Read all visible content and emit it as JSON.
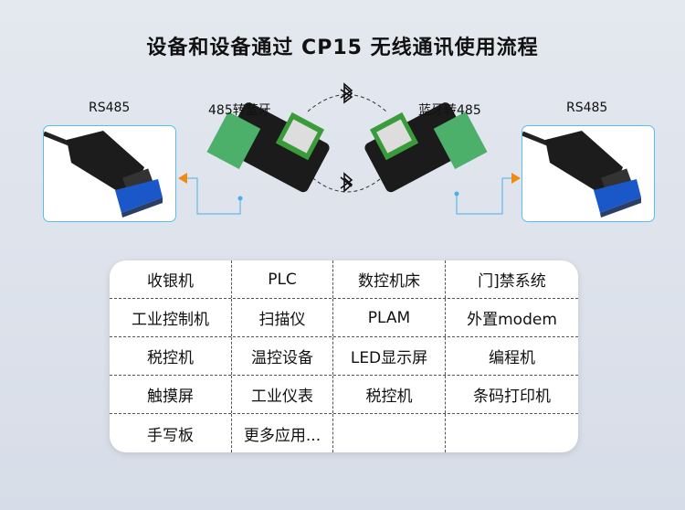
{
  "title": "设备和设备通过 CP15 无线通讯使用流程",
  "left_device_label": "RS485",
  "left_module_label": "485转蓝牙",
  "right_module_label": "蓝牙转485",
  "right_device_label": "RS485",
  "icons": {
    "bluetooth": "bluetooth-icon",
    "arrow": "arrow-icon"
  },
  "colors": {
    "accent_blue": "#4aaee8",
    "arrow_orange": "#f08a12",
    "terminal_green": "#4caf6a"
  },
  "applications": [
    [
      "收银机",
      "PLC",
      "数控机床",
      "门]禁系统"
    ],
    [
      "工业控制机",
      "扫描仪",
      "PLAM",
      "外置modem"
    ],
    [
      "税控机",
      "温控设备",
      "LED显示屏",
      "编程机"
    ],
    [
      "触摸屏",
      "工业仪表",
      "税控机",
      "条码打印机"
    ],
    [
      "手写板",
      "更多应用...",
      "",
      ""
    ]
  ]
}
